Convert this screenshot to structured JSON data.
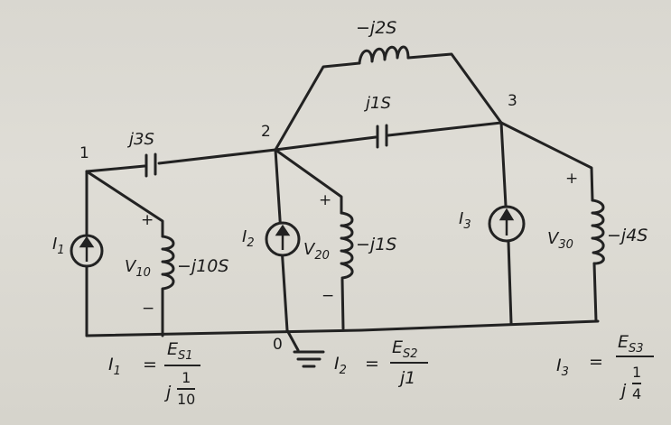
{
  "nodes": {
    "n1": "1",
    "n2": "2",
    "n3": "3",
    "n0": "0"
  },
  "admittances": {
    "cap_1_2": "j3S",
    "ind_2_3": "−j2S",
    "cap_2_3": "j1S",
    "ind_1": "−j10S",
    "ind_2": "−j1S",
    "ind_3": "−j4S"
  },
  "sources": {
    "I1": "I",
    "I2": "I",
    "I3": "I",
    "I1_sub": "1",
    "I2_sub": "2",
    "I3_sub": "3"
  },
  "voltages": {
    "V10": "V",
    "V10_sub": "10",
    "V20": "V",
    "V20_sub": "20",
    "V30": "V",
    "V30_sub": "30",
    "plus": "+",
    "minus": "−"
  },
  "equations": {
    "eq1": {
      "lhs": "I",
      "lhs_sub": "1",
      "eq": "=",
      "num": "E",
      "num_sub": "S1",
      "den_pre": "j",
      "den_num": "1",
      "den_den": "10"
    },
    "eq2": {
      "lhs": "I",
      "lhs_sub": "2",
      "eq": "=",
      "num": "E",
      "num_sub": "S2",
      "den": "j1"
    },
    "eq3": {
      "lhs": "I",
      "lhs_sub": "3",
      "eq": "=",
      "num": "E",
      "num_sub": "S3",
      "den_pre": "j",
      "den_num": "1",
      "den_den": "4"
    }
  }
}
